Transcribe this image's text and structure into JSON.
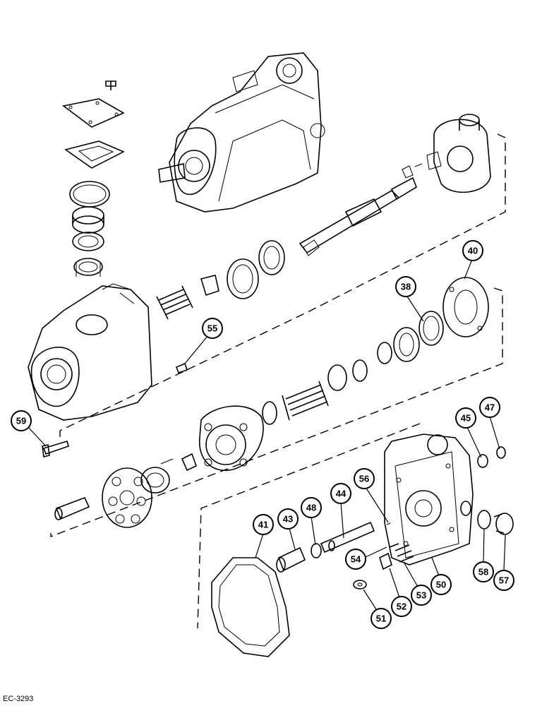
{
  "reference_code": "EC-3293",
  "callouts": [
    {
      "id": "c55",
      "label": "55"
    },
    {
      "id": "c38",
      "label": "38"
    },
    {
      "id": "c40",
      "label": "40"
    },
    {
      "id": "c59",
      "label": "59"
    },
    {
      "id": "c45",
      "label": "45"
    },
    {
      "id": "c47",
      "label": "47"
    },
    {
      "id": "c56",
      "label": "56"
    },
    {
      "id": "c44",
      "label": "44"
    },
    {
      "id": "c48",
      "label": "48"
    },
    {
      "id": "c43",
      "label": "43"
    },
    {
      "id": "c41",
      "label": "41"
    },
    {
      "id": "c54",
      "label": "54"
    },
    {
      "id": "c53",
      "label": "53"
    },
    {
      "id": "c52",
      "label": "52"
    },
    {
      "id": "c51",
      "label": "51"
    },
    {
      "id": "c50",
      "label": "50"
    },
    {
      "id": "c58",
      "label": "58"
    },
    {
      "id": "c57",
      "label": "57"
    }
  ]
}
